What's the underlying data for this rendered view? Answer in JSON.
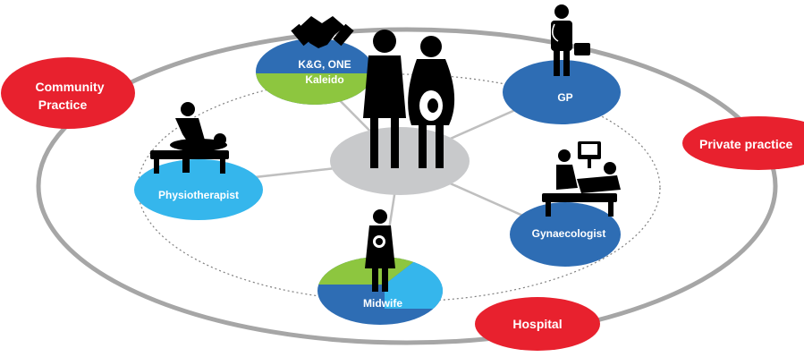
{
  "colors": {
    "outer_ring": "#a6a6a6",
    "inner_ring": "#808080",
    "spoke": "#bfbfbf",
    "center_disc": "#c8c9cb",
    "dark_blue": "#2e6db4",
    "light_blue": "#35b6ec",
    "green": "#8dc63f",
    "red": "#e8212e",
    "silhouette": "#000000",
    "label_text": "#ffffff"
  },
  "regions": {
    "community": "Community\nPractice",
    "private": "Private practice",
    "hospital": "Hospital"
  },
  "roles": {
    "kg_one": {
      "line1": "K&G, ONE",
      "line2": "Kaleido"
    },
    "gp": "GP",
    "physio": "Physiotherapist",
    "gyn": "Gynaecologist",
    "midwife": "Midwife"
  },
  "icons": {
    "handshake": "handshake-icon",
    "doctor": "doctor-with-bag-icon",
    "physio": "physiotherapy-treatment-icon",
    "ultrasound": "ultrasound-scan-icon",
    "midwife": "midwife-with-baby-icon",
    "parents": "expecting-parents-icon"
  }
}
